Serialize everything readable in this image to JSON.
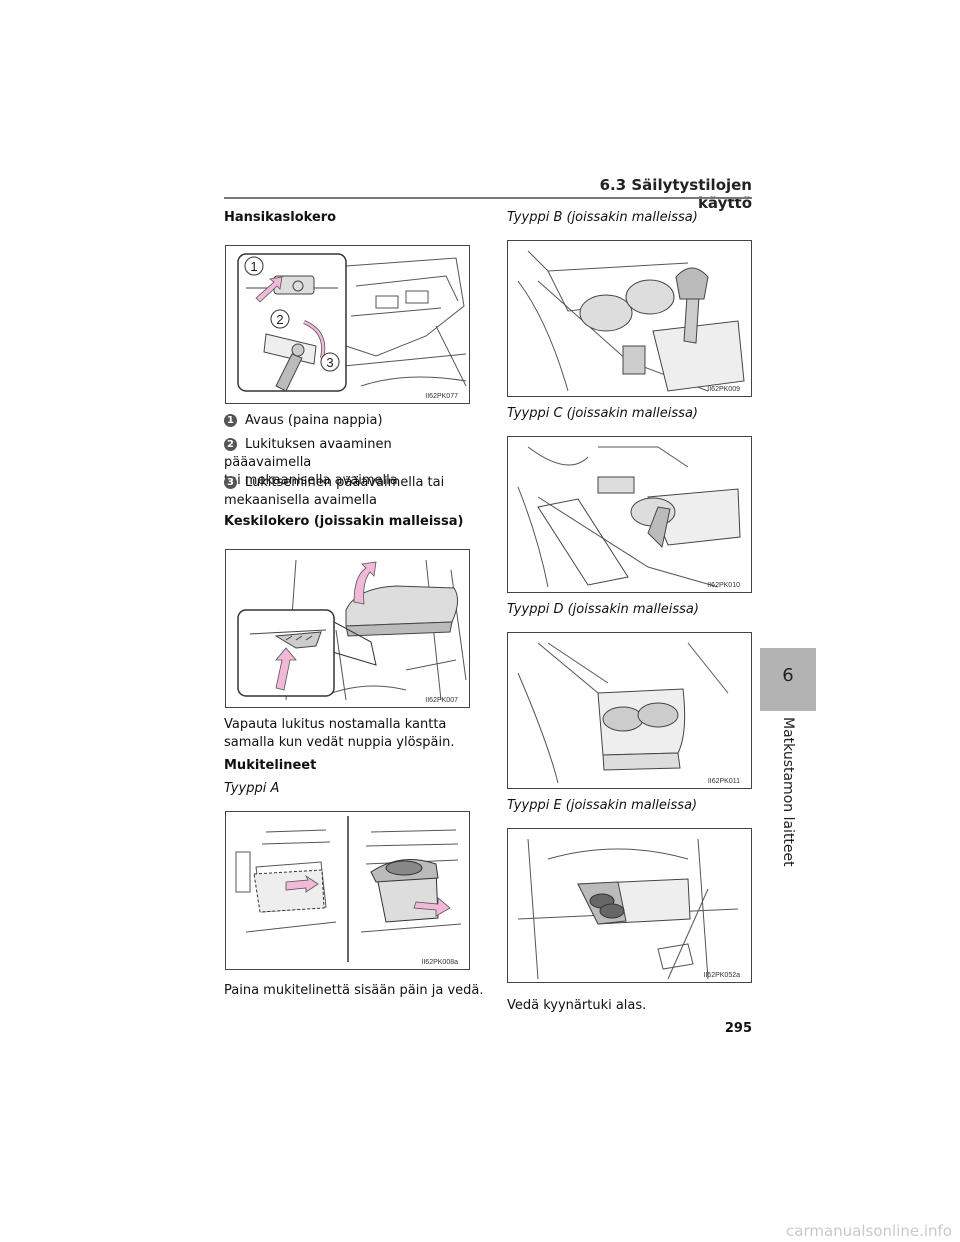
{
  "header": {
    "section_title": "6.3 Säilytystilojen käyttö"
  },
  "left_column": {
    "glovebox_heading": "Hansikaslokero",
    "figure_glovebox": {
      "code": "II62PK077",
      "callouts": [
        "1",
        "2",
        "3"
      ]
    },
    "steps": [
      {
        "n": "1",
        "line1": "Avaus (paina nappia)",
        "line2": ""
      },
      {
        "n": "2",
        "line1": "Lukituksen avaaminen pääavaimella",
        "line2": "tai mekaanisella avaimella"
      },
      {
        "n": "3",
        "line1": "Lukitseminen pääavaimella tai",
        "line2": "mekaanisella avaimella"
      }
    ],
    "console_heading": "Keskilokero (joissakin malleissa)",
    "figure_console": {
      "code": "II62PK007"
    },
    "console_text_1": "Vapauta lukitus nostamalla kantta",
    "console_text_2": "samalla kun vedät nuppia ylöspäin.",
    "cupholders_heading": "Mukitelineet",
    "type_a": "Tyyppi A",
    "figure_type_a": {
      "code": "II62PK008a"
    },
    "type_a_text": "Paina mukitelinettä sisään päin ja vedä."
  },
  "right_column": {
    "type_b": "Tyyppi B (joissakin malleissa)",
    "figure_type_b": {
      "code": "II62PK009"
    },
    "type_c": "Tyyppi C (joissakin malleissa)",
    "figure_type_c": {
      "code": "II62PK010"
    },
    "type_d": "Tyyppi D (joissakin malleissa)",
    "figure_type_d": {
      "code": "II62PK011"
    },
    "type_e": "Tyyppi E (joissakin malleissa)",
    "figure_type_e": {
      "code": "II62PK052a"
    },
    "type_e_text": "Vedä kyynärtuki alas."
  },
  "side_tab": {
    "number": "6",
    "label": "Matkustamon laitteet"
  },
  "page_number": "295",
  "watermark": "carmanualsonline.info",
  "colors": {
    "arrow_pink": "#f2b8d8",
    "tab_gray": "#b3b3b3",
    "rule_gray": "#777777"
  }
}
